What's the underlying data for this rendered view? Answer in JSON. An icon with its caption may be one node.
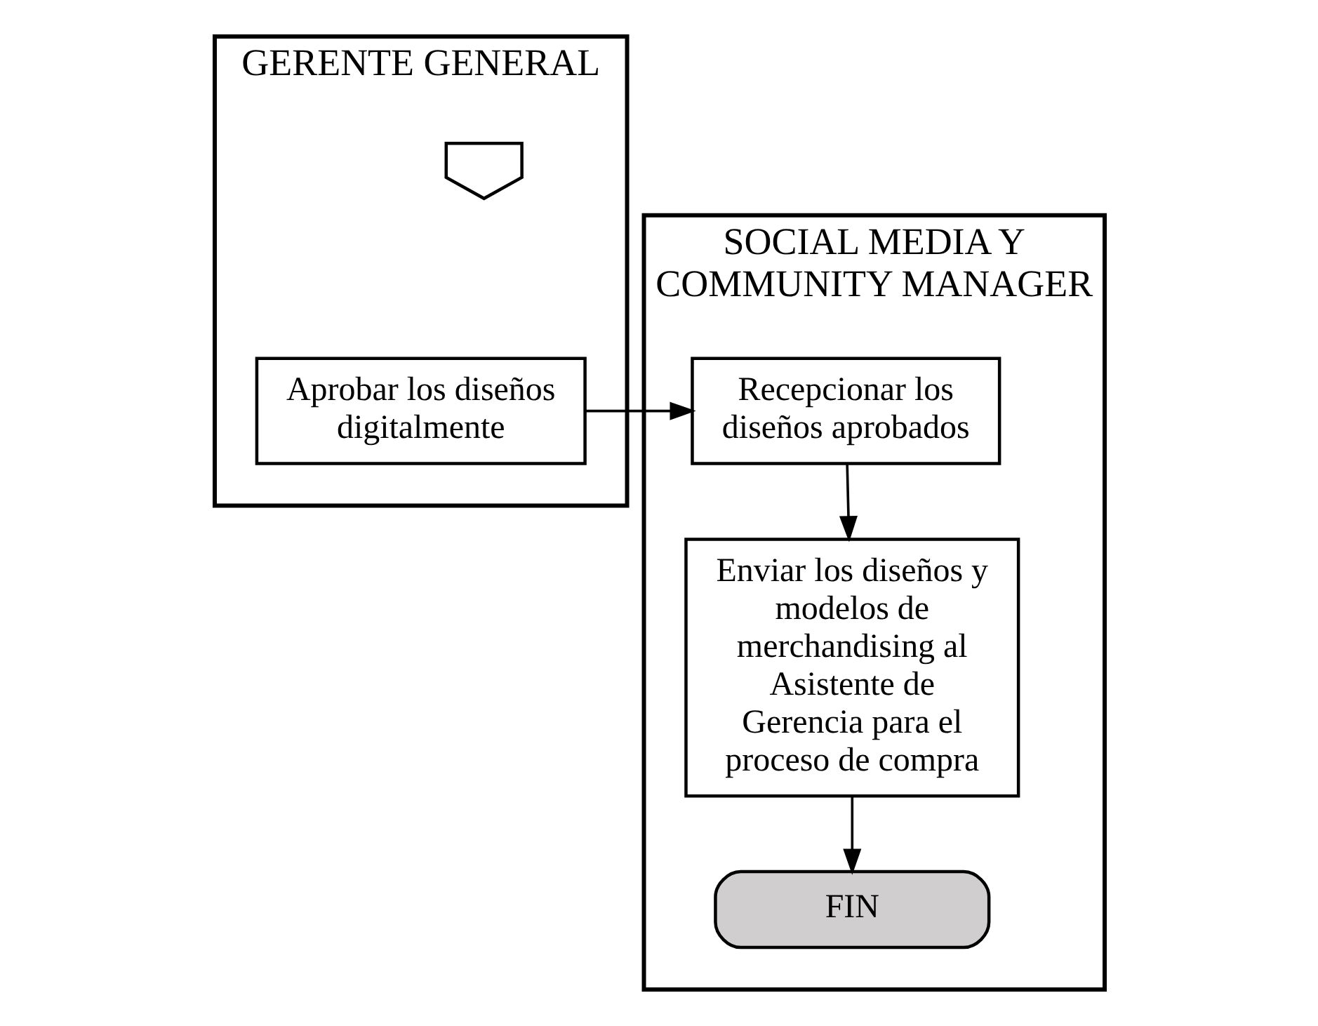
{
  "diagram": {
    "nodes": [
      {
        "text": [
          "GERENTE GENERAL"
        ]
      },
      {
        "text": [],
        "shape": "pentagon",
        "in": 0
      },
      {
        "text": [
          "Aprobar los diseños digitalmente"
        ],
        "in": 0
      },
      {
        "text": [
          "SOCIAL MEDIA Y COMMUNITY MANAGER"
        ]
      },
      {
        "text": [
          "Recepcionar los diseños aprobados"
        ],
        "in": 3
      },
      {
        "text": [
          "Enviar los diseños y modelos de merchandising al Asistente de Gerencia para el proceso de compra"
        ],
        "in": 3
      },
      {
        "text": [
          "FIN"
        ],
        "in": 3
      }
    ],
    "edges": [
      {
        "from": 2,
        "to": 4,
        "arrow": "to"
      },
      {
        "from": 4,
        "to": 5,
        "arrow": "to"
      },
      {
        "from": 5,
        "to": 6,
        "arrow": "to"
      }
    ]
  }
}
